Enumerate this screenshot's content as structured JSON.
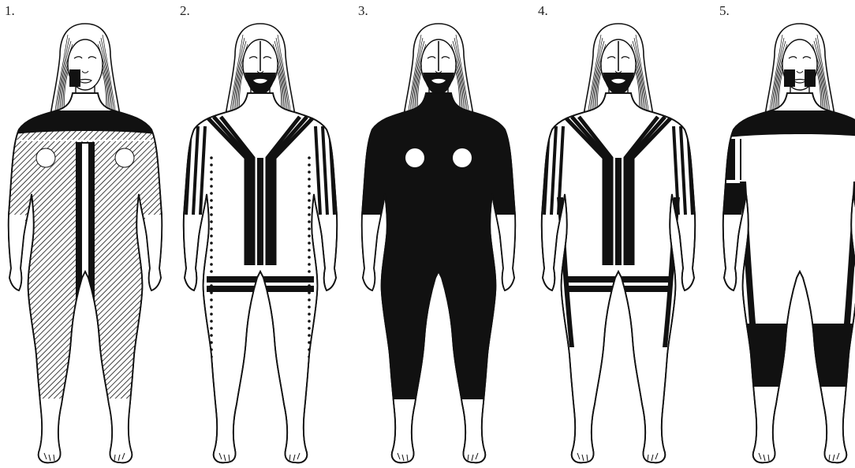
{
  "figures": [
    {
      "number": "1.",
      "pattern": "hatched-body-black-yoke-central-band"
    },
    {
      "number": "2.",
      "pattern": "v-stripes-dotted-sides-hip-bars"
    },
    {
      "number": "3.",
      "pattern": "full-black-body"
    },
    {
      "number": "4.",
      "pattern": "v-stripes-side-bands-hip-bars"
    },
    {
      "number": "5.",
      "pattern": "black-yoke-armbands-knee-blocks"
    }
  ],
  "colors": {
    "ink": "#111111",
    "paper": "#ffffff"
  }
}
